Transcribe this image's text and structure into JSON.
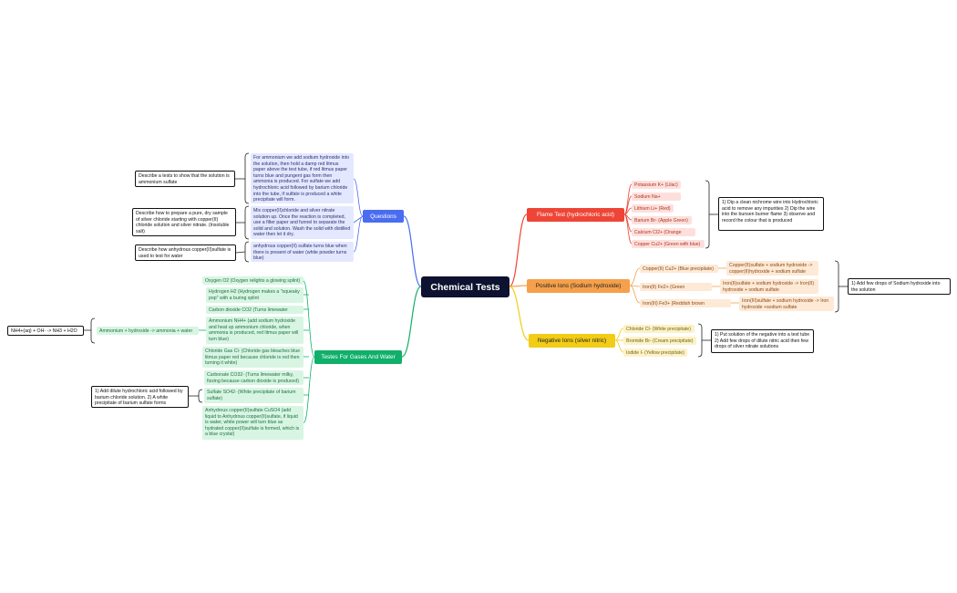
{
  "root": "Chemical Tests",
  "questions": {
    "label": "Questions",
    "items": [
      {
        "text": "For ammonium we add sodium hydroxide into the solution, then hold a damp red litmus paper above the test tube, if red litmus paper turns blue and pungent gas form then ammonia is produced. For sulfate we add hydrochloric acid followed by barium chloride into the tube, if sulfate is produced a white precipitate will form.",
        "note": "Describe a tests to show that the solution is ammonium sulfate"
      },
      {
        "text": "Mix copper(II)chloride and silver nitrate solution up. Once the reaction is completed, use a filter paper and funnel to separate  the solid and solution.  Wash the solid with distilled water then let it dry.",
        "note": "Describe how to prepare a pure, dry sample of silver chloride starting with copper(II) chloride solution and silver nitrate. (Insoluble salt)"
      },
      {
        "text": "anhydrous copper(II) sulfate turns blue when there is present of water (white powder turns blue)",
        "note": "Describe how anhydrous copper(II)sulfate is used to test for water"
      }
    ]
  },
  "gases": {
    "label": "Testes For Gases And Water",
    "items": [
      {
        "text": "Oxygen O2 (Oxygen relights a glowing splint)"
      },
      {
        "text": "Hydrogen H2 (Hydrogen makes a \"squeaky pop\" with a buring splint"
      },
      {
        "text": "Carbon dioxide CO2 (Turns limewater milky)"
      },
      {
        "text": "Ammonium NH4+ (add sodium hydroxide and heat up ammonium chloride, when ammonia is produced, red litmus paper will turn blue)"
      },
      {
        "text": "Chloride Gas Cl- (Chloride gas bleaches blue litmus paper red because chloride is red then turning it white)"
      },
      {
        "text": "Carbonate CO32- (Turns limewater milky, fizzing because carbon dioxide is produced)"
      },
      {
        "text": "Sulfate SO42-  (White precipitate of barium sulfate)"
      },
      {
        "text": "Anhydrous copper(II)sulfate CuSO4  (add liquid to Anhydrous copper(II)sulfate, if liquid is water, white power will turn blue as hydrated copper(II)sulfate is formed, which is a blue crystal)"
      }
    ],
    "ammonium_sub": "Ammonium + hydroxide -> ammonia + water",
    "ammonium_eq": "NH4+(aq) + OH- -> NH3 + H2O",
    "sulfate_note": "1) Add dilute hydrochloric acid followed by barium chloride solution. 2) A white precipitate of barium sulfate forms"
  },
  "flame": {
    "label": "Flame Test (hydrochloric acid)",
    "items": [
      "Potassium K+ (Lilac)",
      "Sodium Na+ (Yellow)",
      "Lithium Li+ (Red)",
      "Barium Br- (Apple Green)",
      "Calcium Cl2+ (Orange Red)",
      "Copper Cu2+ (Green with blue)"
    ],
    "note": "1) Dip a clean nichrome wire into Hydrochloric acid to remove any impurities 2) Dip the wire into the bunsen burner flame 3) observe and record the colour that is produced"
  },
  "positive": {
    "label": "Positive Ions (Sodium hydroxide)",
    "items": [
      {
        "text": "Copper(II) Cu2+ (Blue precipitate)",
        "eq": "Copper(II)sulfate + sodium hydroxide -> copper(II)hydroxide + sodium sulfate"
      },
      {
        "text": "Iron(II) Fe2+ (Green precipitate)",
        "eq": "Iron(II)sulfate + sodium hydroxide -> Iron(II) hydroxide + sodium sulfate"
      },
      {
        "text": "Iron(III) Fe3+ (Reddish brown precipitate)",
        "eq": "Iron(III)sulfate + sodium hydroxide -> Iron hydroxide +sodium sulfate"
      }
    ],
    "note": "1) Add few drops of Sodium hydroxide into the solution"
  },
  "negative": {
    "label": "Negative Ions (silver nitric)",
    "items": [
      "Chloride Cl- (White precipitate)",
      "Bromide Br- (Cream precipitate)",
      "Iodide I- (Yellow precipitate)"
    ],
    "note": "1) Put solution of the negative into a test tube  2) Add few drops of dilute nitric acid then few drops of silver nitrate solutions"
  },
  "colors": {
    "questions": "#4a6cf0",
    "gases": "#11b06a",
    "flame": "#ee4536",
    "positive": "#f5a04a",
    "negative": "#f2cc16",
    "root": "#0c1230"
  }
}
